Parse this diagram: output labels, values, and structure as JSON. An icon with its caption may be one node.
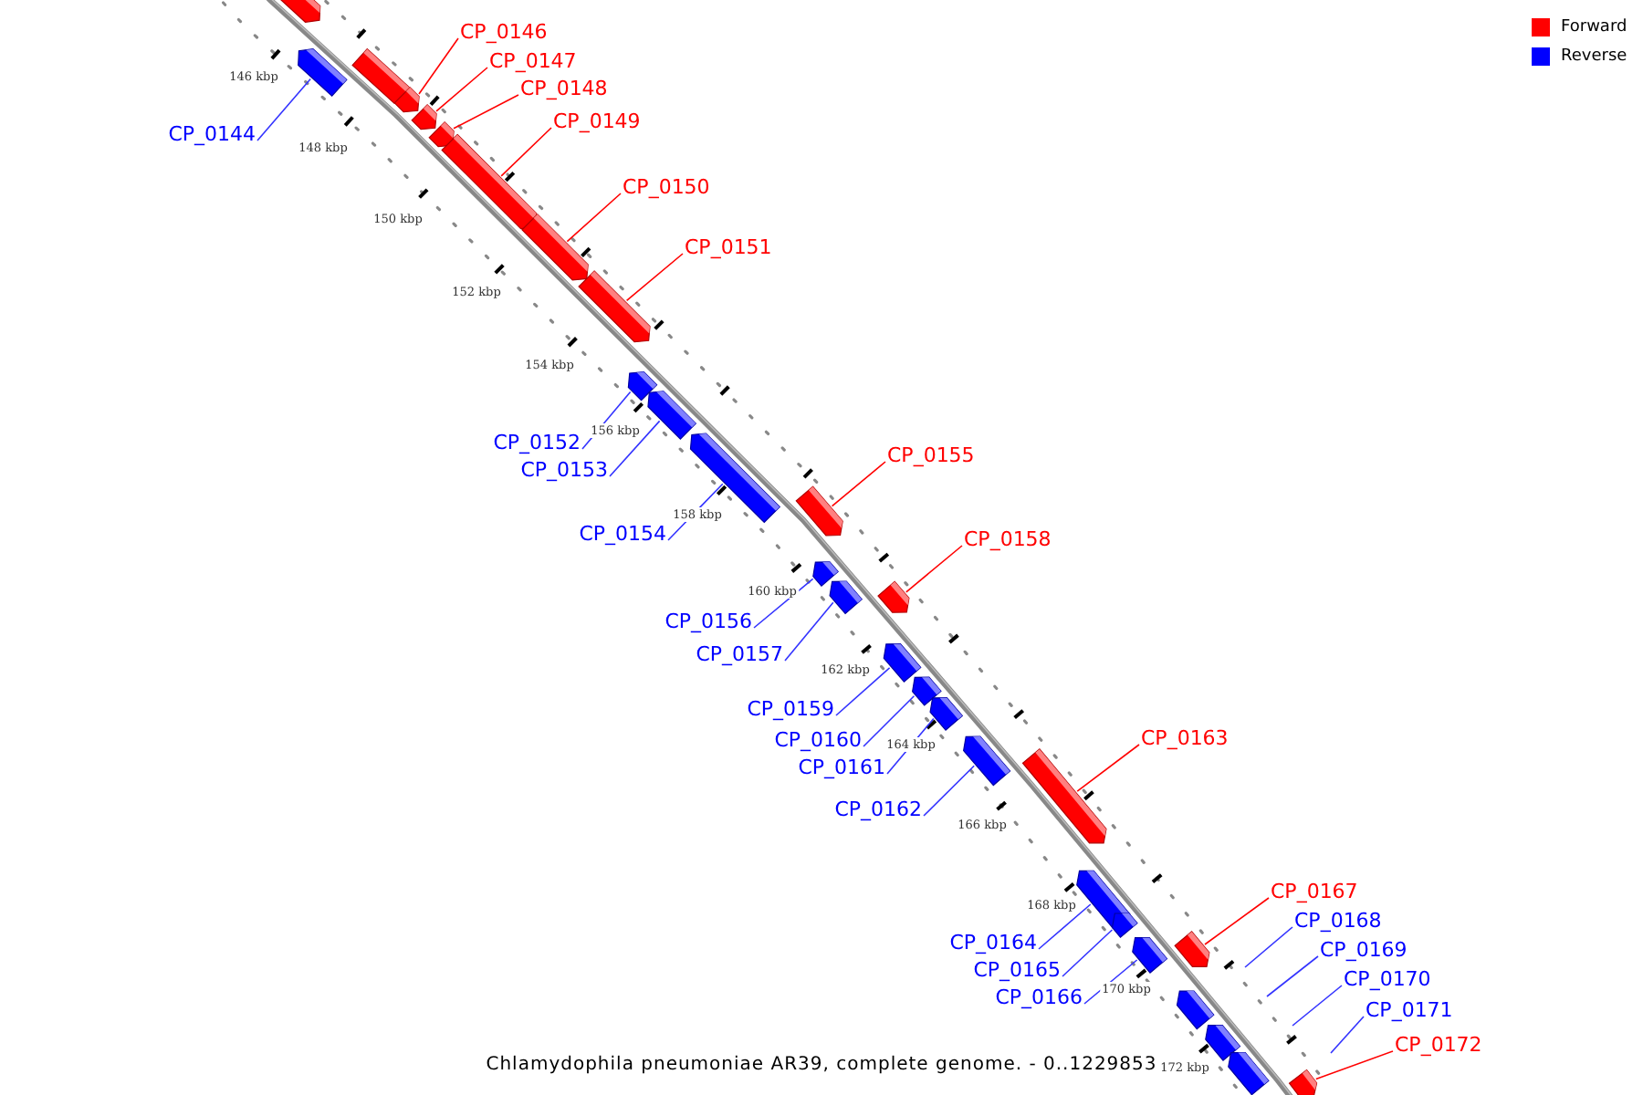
{
  "diagram": {
    "caption": "Chlamydophila pneumoniae AR39, complete genome. - 0..1229853",
    "nodes": [
      {
        "text": [],
        "shape": "bar"
      },
      {
        "text": [
          "CP_0144"
        ]
      },
      {
        "text": [],
        "shape": "bar"
      },
      {
        "text": [],
        "shape": "bar"
      },
      {
        "text": [
          "CP_0146"
        ]
      },
      {
        "text": [],
        "shape": "bar"
      },
      {
        "text": [
          "CP_0147"
        ]
      },
      {
        "text": [],
        "shape": "bar"
      },
      {
        "text": [
          "CP_0148"
        ]
      },
      {
        "text": [],
        "shape": "bar"
      },
      {
        "text": [
          "CP_0149"
        ]
      },
      {
        "text": [],
        "shape": "bar"
      },
      {
        "text": [
          "CP_0150"
        ]
      },
      {
        "text": [],
        "shape": "bar"
      },
      {
        "text": [
          "CP_0151"
        ]
      },
      {
        "text": [],
        "shape": "bar"
      },
      {
        "text": [
          "CP_0152"
        ]
      },
      {
        "text": [],
        "shape": "bar"
      },
      {
        "text": [
          "CP_0153"
        ]
      },
      {
        "text": [],
        "shape": "bar"
      },
      {
        "text": [
          "CP_0154"
        ]
      },
      {
        "text": [],
        "shape": "bar"
      },
      {
        "text": [
          "CP_0155"
        ]
      },
      {
        "text": [],
        "shape": "bar"
      },
      {
        "text": [
          "CP_0156"
        ]
      },
      {
        "text": [],
        "shape": "bar"
      },
      {
        "text": [
          "CP_0157"
        ]
      },
      {
        "text": [],
        "shape": "bar"
      },
      {
        "text": [
          "CP_0158"
        ]
      },
      {
        "text": [],
        "shape": "bar"
      },
      {
        "text": [
          "CP_0159"
        ]
      },
      {
        "text": [],
        "shape": "bar"
      },
      {
        "text": [
          "CP_0160"
        ]
      },
      {
        "text": [],
        "shape": "bar"
      },
      {
        "text": [
          "CP_0161"
        ]
      },
      {
        "text": [],
        "shape": "bar"
      },
      {
        "text": [
          "CP_0162"
        ]
      },
      {
        "text": [],
        "shape": "bar"
      },
      {
        "text": [
          "CP_0163"
        ]
      },
      {
        "text": [],
        "shape": "bar"
      },
      {
        "text": [
          "CP_0164"
        ]
      },
      {
        "text": [],
        "shape": "bar"
      },
      {
        "text": [
          "CP_0165"
        ]
      },
      {
        "text": [],
        "shape": "bar"
      },
      {
        "text": [
          "CP_0166"
        ]
      },
      {
        "text": [],
        "shape": "bar"
      },
      {
        "text": [
          "CP_0167"
        ]
      },
      {
        "text": [],
        "shape": "bar"
      },
      {
        "text": [
          "CP_0168"
        ]
      },
      {
        "text": [
          "CP_0169"
        ]
      },
      {
        "text": [
          "CP_0170"
        ]
      },
      {
        "text": [
          "CP_0171"
        ]
      },
      {
        "text": [],
        "shape": "bar"
      },
      {
        "text": [],
        "shape": "bar"
      },
      {
        "text": [],
        "shape": "bar"
      },
      {
        "text": [
          "CP_0172"
        ]
      },
      {
        "text": [],
        "shape": "bar"
      }
    ],
    "edges": [
      {
        "from": 1,
        "to": 2,
        "arrow": "none"
      },
      {
        "from": 4,
        "to": 5,
        "arrow": "none",
        "color": "#ff0000"
      },
      {
        "from": 6,
        "to": 7,
        "arrow": "none",
        "color": "#ff0000"
      },
      {
        "from": 8,
        "to": 9,
        "arrow": "none",
        "color": "#ff0000"
      },
      {
        "from": 10,
        "to": 11,
        "arrow": "none",
        "color": "#ff0000"
      },
      {
        "from": 12,
        "to": 13,
        "arrow": "none",
        "color": "#ff0000"
      },
      {
        "from": 14,
        "to": 15,
        "arrow": "none",
        "color": "#ff0000"
      },
      {
        "from": 16,
        "to": 17,
        "arrow": "none"
      },
      {
        "from": 18,
        "to": 19,
        "arrow": "none"
      },
      {
        "from": 20,
        "to": 21,
        "arrow": "none"
      },
      {
        "from": 22,
        "to": 23,
        "arrow": "none",
        "color": "#ff0000"
      },
      {
        "from": 24,
        "to": 25,
        "arrow": "none"
      },
      {
        "from": 26,
        "to": 27,
        "arrow": "none"
      },
      {
        "from": 28,
        "to": 29,
        "arrow": "none",
        "color": "#ff0000"
      },
      {
        "from": 30,
        "to": 31,
        "arrow": "none"
      },
      {
        "from": 32,
        "to": 33,
        "arrow": "none"
      },
      {
        "from": 34,
        "to": 35,
        "arrow": "none"
      },
      {
        "from": 36,
        "to": 37,
        "arrow": "none"
      },
      {
        "from": 38,
        "to": 39,
        "arrow": "none",
        "color": "#ff0000"
      },
      {
        "from": 40,
        "to": 41,
        "arrow": "none"
      },
      {
        "from": 42,
        "to": 43,
        "arrow": "none"
      },
      {
        "from": 44,
        "to": 45,
        "arrow": "none"
      },
      {
        "from": 46,
        "to": 47,
        "arrow": "none",
        "color": "#ff0000"
      },
      {
        "from": 48,
        "to": null,
        "arrow": "none"
      },
      {
        "from": 49,
        "to": null,
        "arrow": "none"
      },
      {
        "from": 50,
        "to": null,
        "arrow": "none"
      },
      {
        "from": 51,
        "to": null,
        "arrow": "none"
      },
      {
        "from": 55,
        "to": 56,
        "arrow": "none",
        "color": "#ff0000"
      }
    ],
    "labels": [
      "146 kbp",
      "148 kbp",
      "150 kbp",
      "152 kbp",
      "154 kbp",
      "156 kbp",
      "158 kbp",
      "160 kbp",
      "162 kbp",
      "164 kbp",
      "166 kbp",
      "168 kbp",
      "170 kbp",
      "172 kbp"
    ],
    "legend": [
      {
        "text": "Forward",
        "color": "#ff0000"
      },
      {
        "text": "Reverse",
        "color": "#0000ff"
      }
    ]
  }
}
